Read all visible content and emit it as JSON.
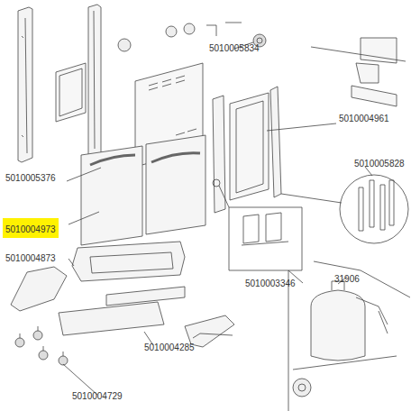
{
  "diagram": {
    "nodes": [
      {
        "text": [
          "5010004973"
        ]
      }
    ],
    "labels": [
      "5010005834",
      "5010005376",
      "5010004961",
      "5010005828",
      "5010004873",
      "5010003346",
      "31906",
      "5010004285",
      "5010004729"
    ]
  }
}
